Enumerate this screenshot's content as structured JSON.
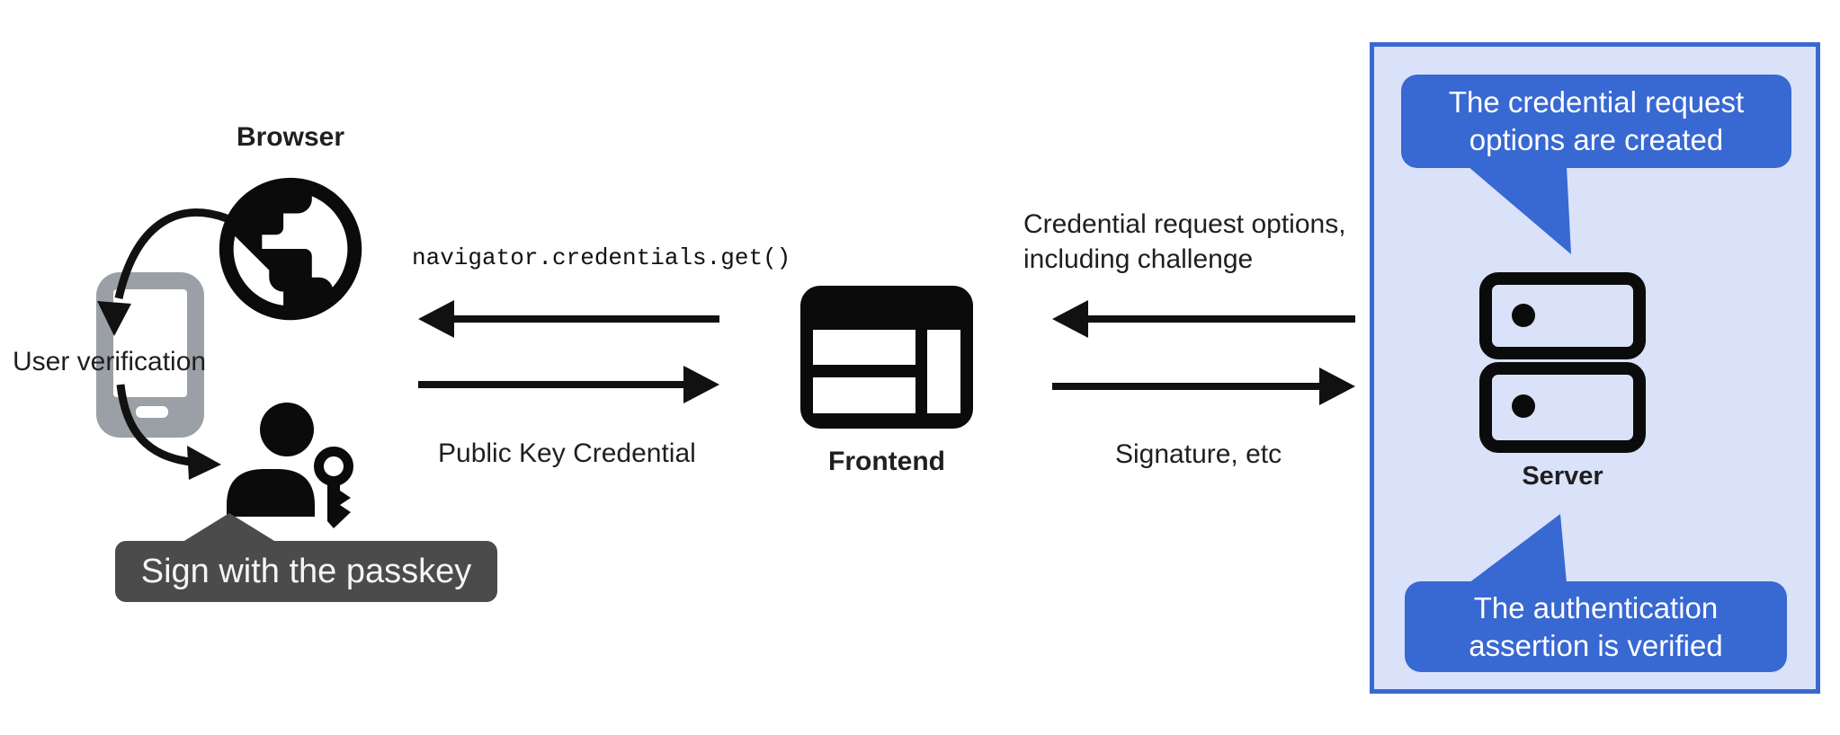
{
  "labels": {
    "browser": "Browser",
    "user_verification": "User verification",
    "passkey_tooltip": "Sign with the passkey",
    "frontend": "Frontend",
    "server": "Server"
  },
  "messages": {
    "api_call": "navigator.credentials.get()",
    "public_key_credential": "Public Key Credential",
    "credential_request": [
      "Credential request options,",
      "including challenge"
    ],
    "signature": "Signature, etc"
  },
  "server_callouts": {
    "top": [
      "The credential request",
      "options are created"
    ],
    "bottom": [
      "The authentication",
      "assertion is verified"
    ]
  },
  "icons": {
    "browser": "globe-icon",
    "device": "smartphone-icon",
    "user": "person-passkey-icon",
    "frontend": "browser-window-icon",
    "server": "server-rack-icon"
  },
  "colors": {
    "bubble_blue": "#3868D2",
    "panel_fill": "#D9E2F8",
    "panel_border": "#3868D2",
    "tooltip_gray": "#4B4B4B",
    "phone_gray": "#9AA0A6",
    "ink": "#1F1F1F"
  }
}
